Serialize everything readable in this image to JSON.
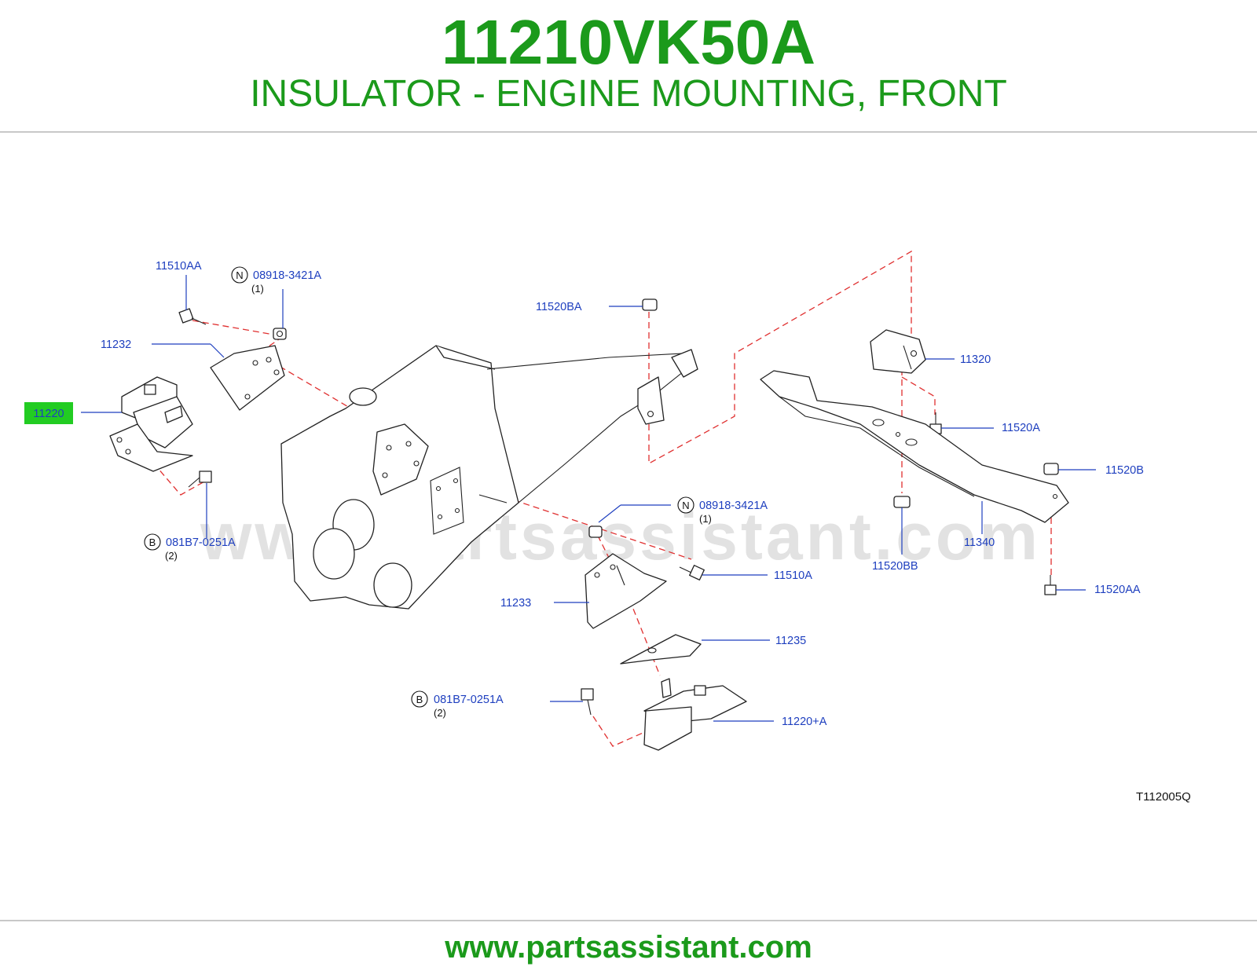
{
  "header": {
    "part_number": "11210VK50A",
    "part_name": "INSULATOR - ENGINE MOUNTING, FRONT"
  },
  "diagram": {
    "watermark": "www.partsassistant.com",
    "code": "T112005Q",
    "highlight_color": "#22cc22",
    "labels": {
      "l11510AA": "11510AA",
      "l08918_1": "08918-3421A",
      "l08918_1_sym": "N",
      "l08918_1_qty": "(1)",
      "l11232": "11232",
      "l11220": "11220",
      "l081B7_1": "081B7-0251A",
      "l081B7_1_sym": "B",
      "l081B7_1_qty": "(2)",
      "l11520BA": "11520BA",
      "l11320": "11320",
      "l11520A": "11520A",
      "l11520B": "11520B",
      "l11340": "11340",
      "l11520BB": "11520BB",
      "l11520AA": "11520AA",
      "l08918_2": "08918-3421A",
      "l08918_2_sym": "N",
      "l08918_2_qty": "(1)",
      "l11510A": "11510A",
      "l11233": "11233",
      "l11235": "11235",
      "l081B7_2": "081B7-0251A",
      "l081B7_2_sym": "B",
      "l081B7_2_qty": "(2)",
      "l11220A": "11220+A"
    }
  },
  "footer": {
    "url": "www.partsassistant.com"
  }
}
